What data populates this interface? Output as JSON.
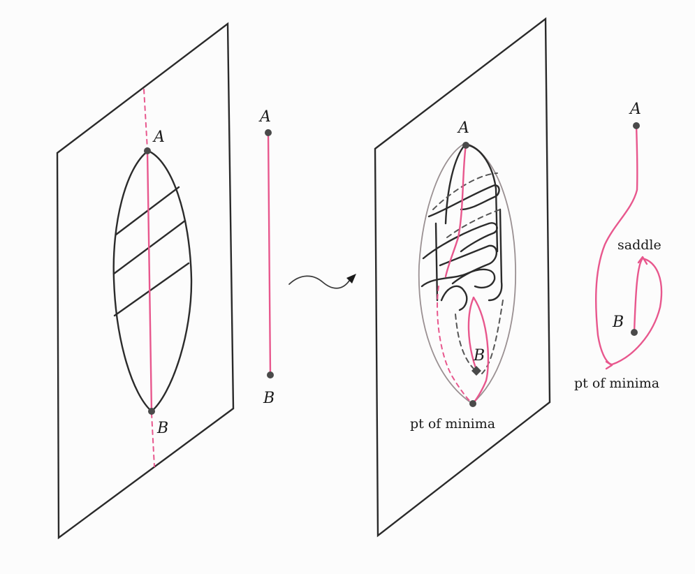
{
  "labels": {
    "left_plane_A": "A",
    "left_plane_B": "B",
    "left_segment_A": "A",
    "left_segment_B": "B",
    "right_plane_A": "A",
    "right_plane_B": "B",
    "right_plane_minima": "pt of minima",
    "right_graph_A": "A",
    "right_graph_B": "B",
    "right_graph_saddle": "saddle",
    "right_graph_minima": "pt of minima"
  },
  "colors": {
    "ink": "#2b2b2b",
    "path": "#e8578d",
    "points": "#4a4a4a",
    "shadow_outline": "#9a9092"
  }
}
